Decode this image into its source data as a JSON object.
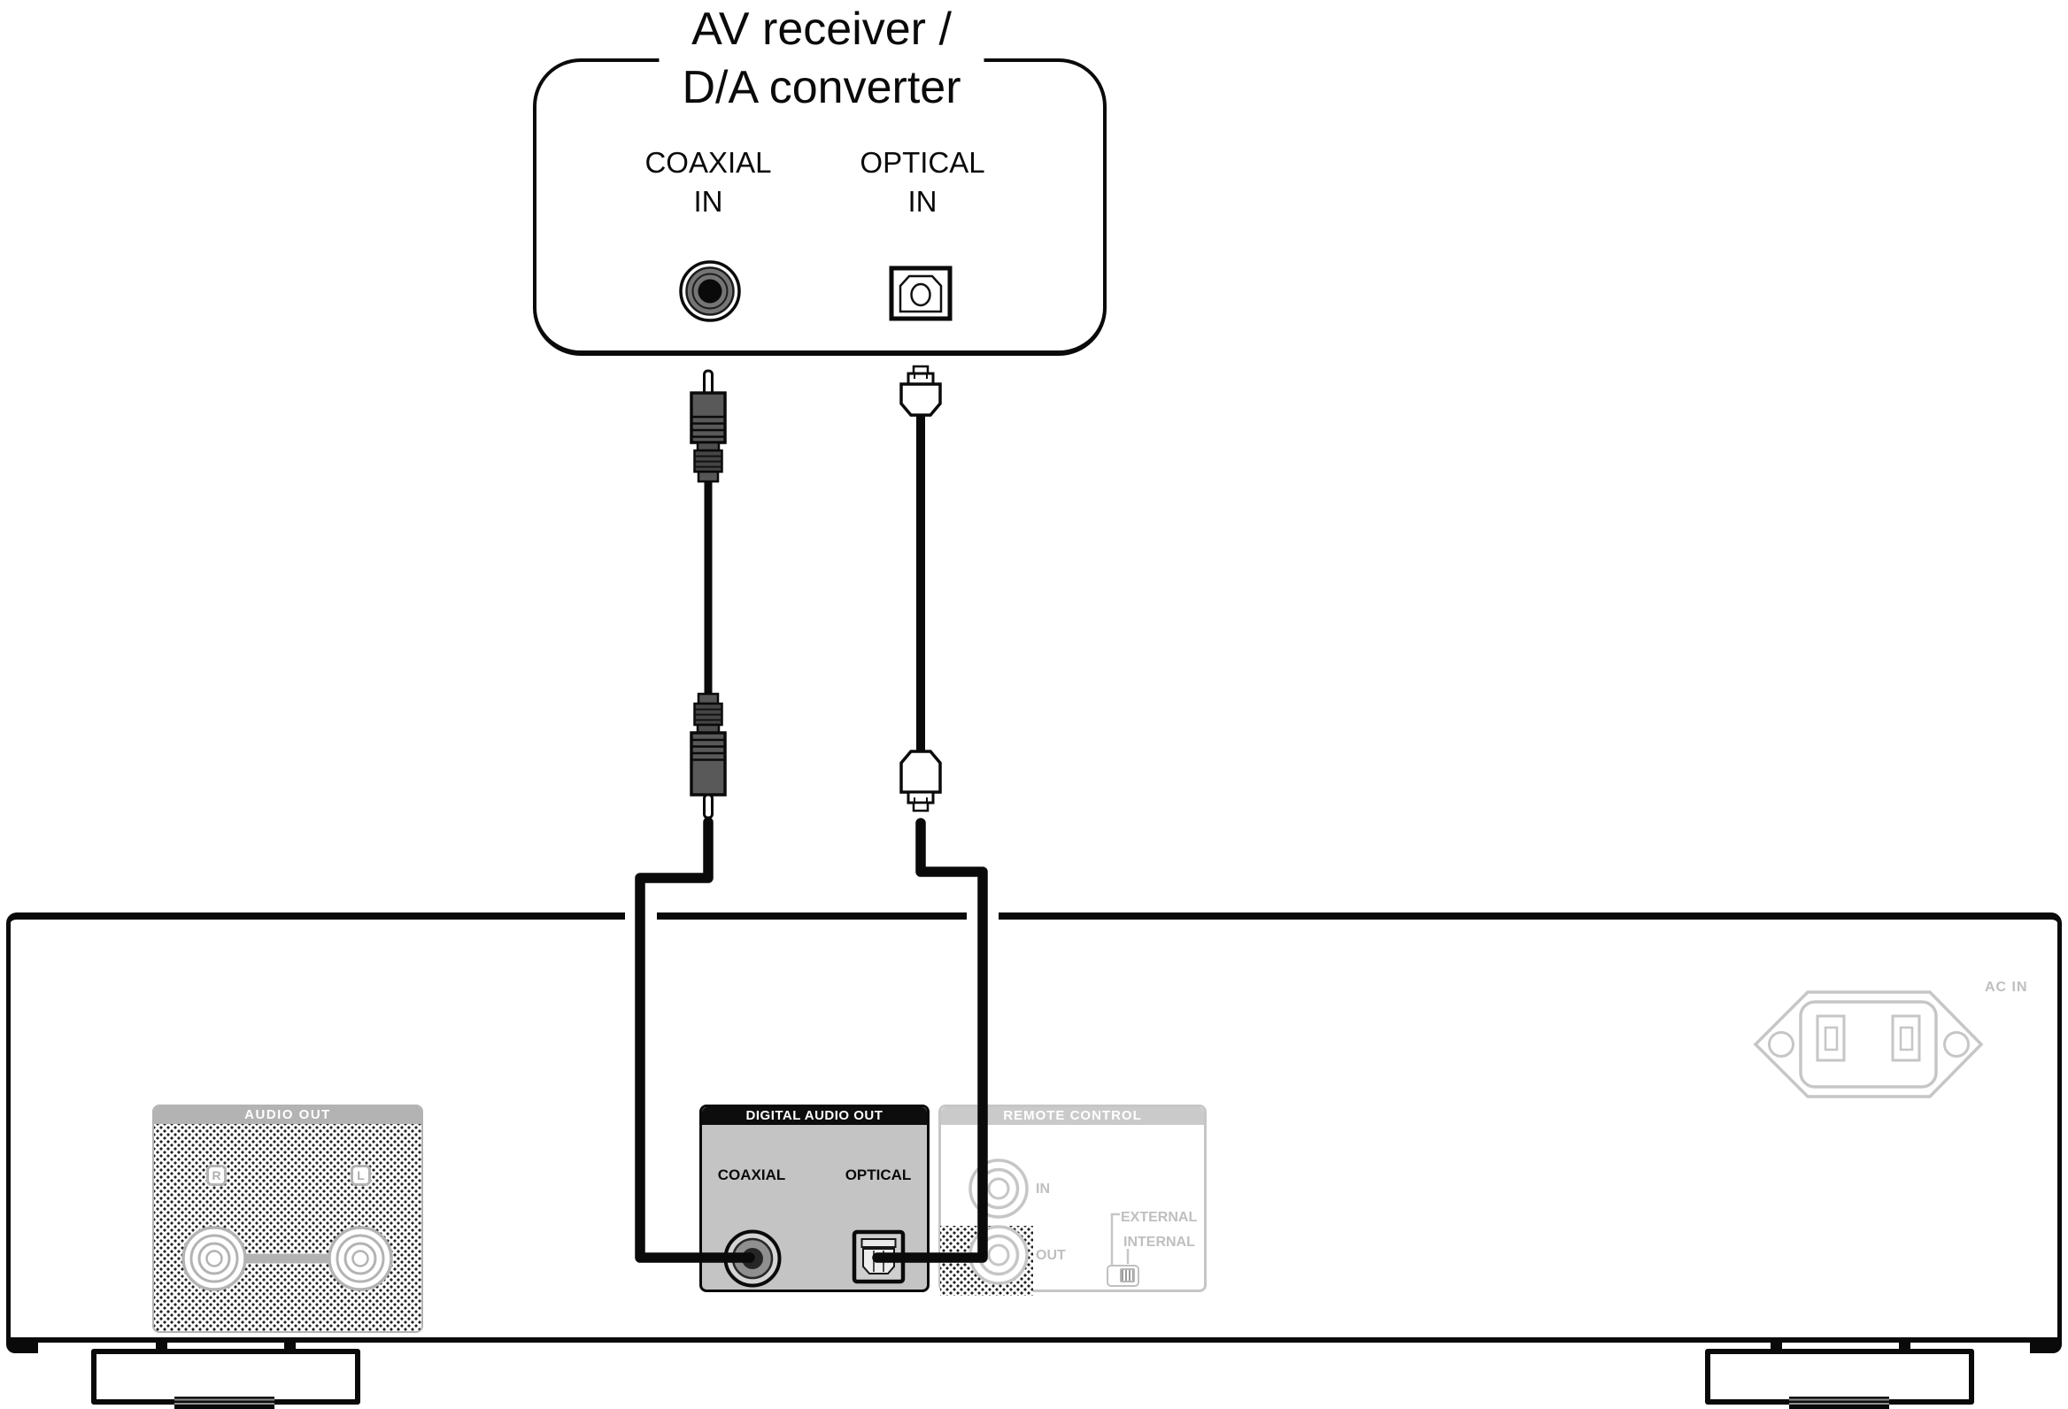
{
  "colors": {
    "ink": "#0a0a0a",
    "panel_gray": "#c4c4c4",
    "faded_outline": "#c6c6c6",
    "faded_text": "#bfbfbf",
    "audio_header_bg": "#b3b3b3",
    "digital_header_bg": "#0d0d0d",
    "remote_header_bg": "#cacaca",
    "plug_gray": "#595959"
  },
  "receiver": {
    "title_line1": "AV receiver /",
    "title_line2": "D/A converter",
    "coaxial_label": "COAXIAL",
    "coaxial_sublabel": "IN",
    "optical_label": "OPTICAL",
    "optical_sublabel": "IN"
  },
  "device": {
    "audio_out": {
      "header": "AUDIO OUT",
      "right_channel": "R",
      "left_channel": "L"
    },
    "digital_audio_out": {
      "header": "DIGITAL AUDIO OUT",
      "coaxial_label": "COAXIAL",
      "optical_label": "OPTICAL"
    },
    "remote_control": {
      "header": "REMOTE CONTROL",
      "in_label": "IN",
      "out_label": "OUT",
      "external_label": "EXTERNAL",
      "internal_label": "INTERNAL"
    },
    "ac_in_label": "AC IN"
  }
}
